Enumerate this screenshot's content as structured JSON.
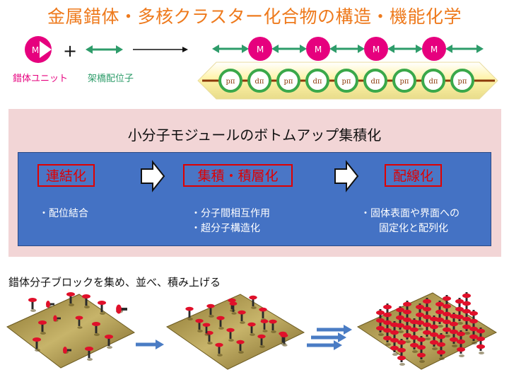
{
  "title": "金属錯体・多核クラスター化合物の構造・機能化学",
  "top": {
    "metal_label": "M",
    "plus": "+",
    "unit_caption": "錯体ユニット",
    "bridge_caption": "架橋配位子",
    "chain_metals": [
      "M",
      "M",
      "M",
      "M"
    ],
    "orbitals": [
      "pπ",
      "dπ",
      "pπ",
      "dπ",
      "pπ",
      "dπ",
      "pπ",
      "dπ",
      "pπ"
    ]
  },
  "panel": {
    "title": "小分子モジュールのボトムアップ集積化",
    "stages": [
      {
        "label": "連結化",
        "bullets": [
          "・配位結合"
        ]
      },
      {
        "label": "集積・積層化",
        "bullets": [
          "・分子間相互作用",
          "・超分子構造化"
        ]
      },
      {
        "label": "配線化",
        "bullets": [
          "・固体表面や界面への",
          "固定化と配列化"
        ]
      }
    ]
  },
  "bottom": {
    "caption": "錯体分子ブロックを集め、並べ、積み上げる"
  },
  "colors": {
    "title": "#ee7a1d",
    "metal": "#e6007e",
    "bridge": "#2e9c6a",
    "orbital_ring": "#3aa84a",
    "wire": "#8b3a0a",
    "band": "#fff5b8",
    "panel_pink": "#f2d5d6",
    "panel_blue": "#4472c4",
    "stage_red": "#e00000",
    "arrow_blue": "#4a7cc4",
    "block_red": "#e0102a"
  }
}
